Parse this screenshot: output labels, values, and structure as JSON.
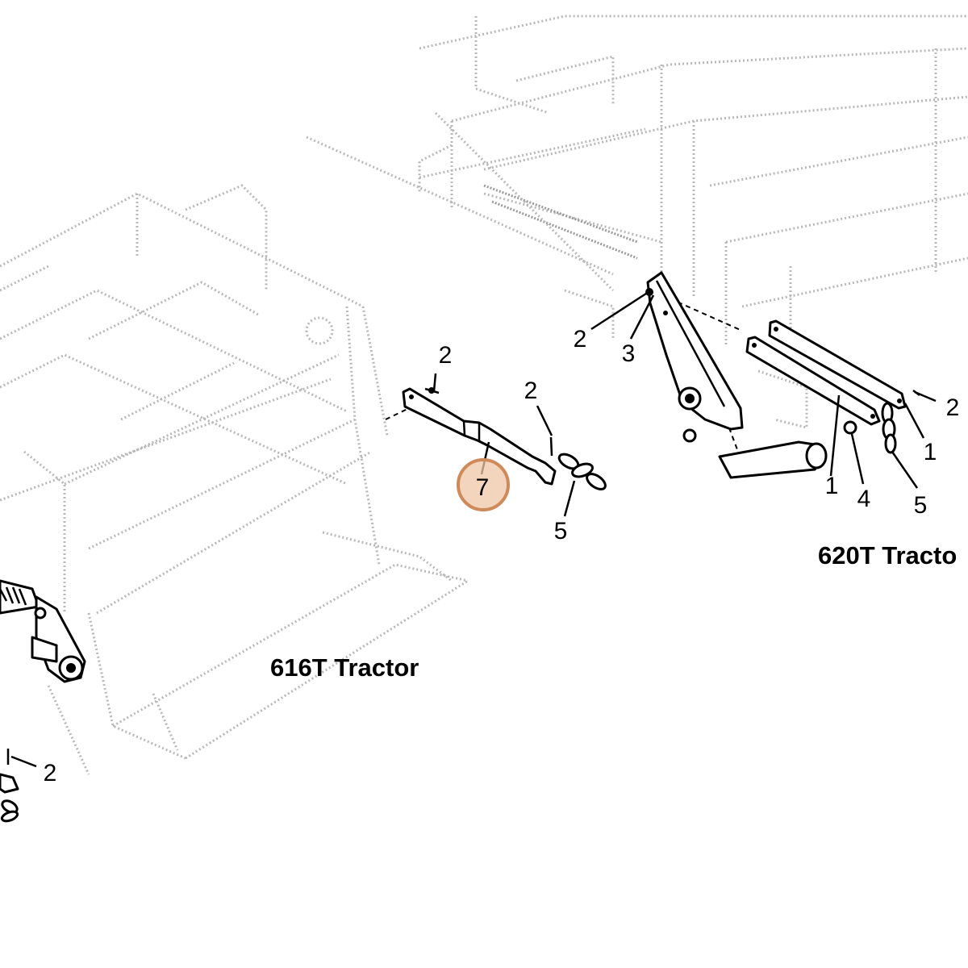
{
  "diagram": {
    "accent_color": "#cf8a5a",
    "captions": {
      "left_tractor": "616T Tractor",
      "right_tractor": "620T Tracto"
    },
    "callouts": {
      "c2_bracket_top": "2",
      "c2_bracket_right": "2",
      "c5_left_chain": "5",
      "c7_highlight": "7",
      "c2_pivot": "2",
      "c3_pivot": "3",
      "c2_far_right": "2",
      "c1_right_upper": "1",
      "c1_right_lower": "1",
      "c4_bolt": "4",
      "c5_right_chain": "5",
      "c2_bottom_left": "2"
    }
  }
}
